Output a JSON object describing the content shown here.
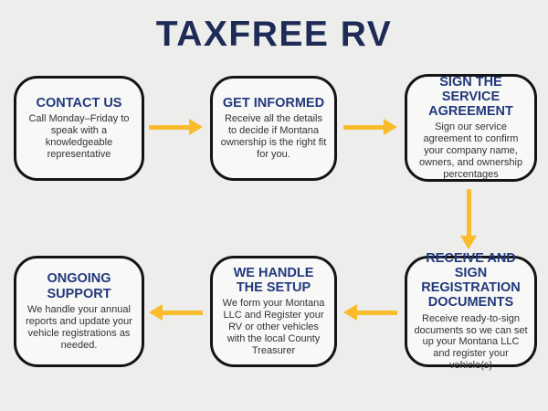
{
  "title": "TAXFREE RV",
  "colors": {
    "background": "#EDEDEC",
    "box_fill": "#F8F8F6",
    "box_border": "#141414",
    "title_text": "#1E2B56",
    "heading_text": "#21397D",
    "body_text": "#333333",
    "arrow": "#F8BC2C"
  },
  "steps": [
    {
      "heading": "CONTACT US",
      "body": "Call Monday–Friday to speak with a knowledgeable representative"
    },
    {
      "heading": "GET INFORMED",
      "body": "Receive all the details to decide if Montana ownership is the right fit for you."
    },
    {
      "heading": "SIGN THE SERVICE AGREEMENT",
      "body": "Sign our service agreement to confirm your company name, owners, and ownership percentages"
    },
    {
      "heading": "RECEIVE AND SIGN REGISTRATION DOCUMENTS",
      "body": "Receive ready-to-sign documents so we can set up your Montana LLC and register your vehicle(s)"
    },
    {
      "heading": "WE HANDLE THE SETUP",
      "body": "We form your Montana LLC and Register your RV or other vehicles with the local County Treasurer"
    },
    {
      "heading": "ONGOING SUPPORT",
      "body": "We handle your annual reports and update your vehicle registrations as needed."
    }
  ],
  "flow": {
    "row1_direction": "left-to-right",
    "row2_direction": "right-to-left",
    "connector_3_to_4": "down"
  }
}
